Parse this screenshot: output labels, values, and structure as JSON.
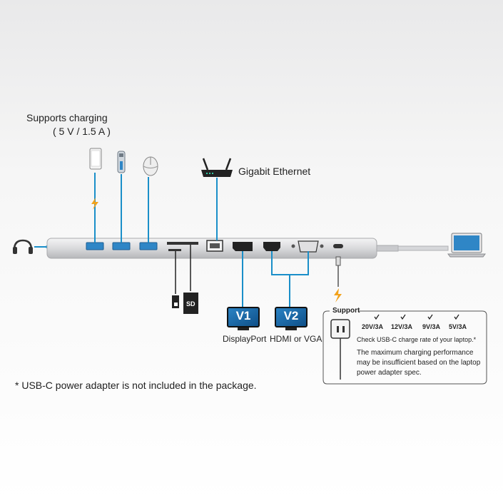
{
  "charging": {
    "title": "Supports charging",
    "rate": "( 5 V / 1.5 A )"
  },
  "ethernet": {
    "label": "Gigabit Ethernet"
  },
  "card_slot": {
    "sd_label": "SD"
  },
  "displays": {
    "v1": {
      "badge": "V1",
      "label": "DisplayPort"
    },
    "v2": {
      "badge": "V2",
      "label": "HDMI or VGA"
    }
  },
  "support": {
    "title": "Support",
    "rates": [
      "20V/3A",
      "12V/3A",
      "9V/3A",
      "5V/3A"
    ],
    "check_note": "Check USB-C charge rate of your laptop.*",
    "warning": [
      "The maximum charging performance",
      "may be insufficient based on the laptop",
      "power adapter spec."
    ]
  },
  "footnote": "* USB-C power adapter is not included in the package.",
  "colors": {
    "connector_line": "#1a8fc9",
    "bolt": "#f2a21b",
    "dock": "#c8c9cc",
    "monitor": "#1f6fb0"
  }
}
